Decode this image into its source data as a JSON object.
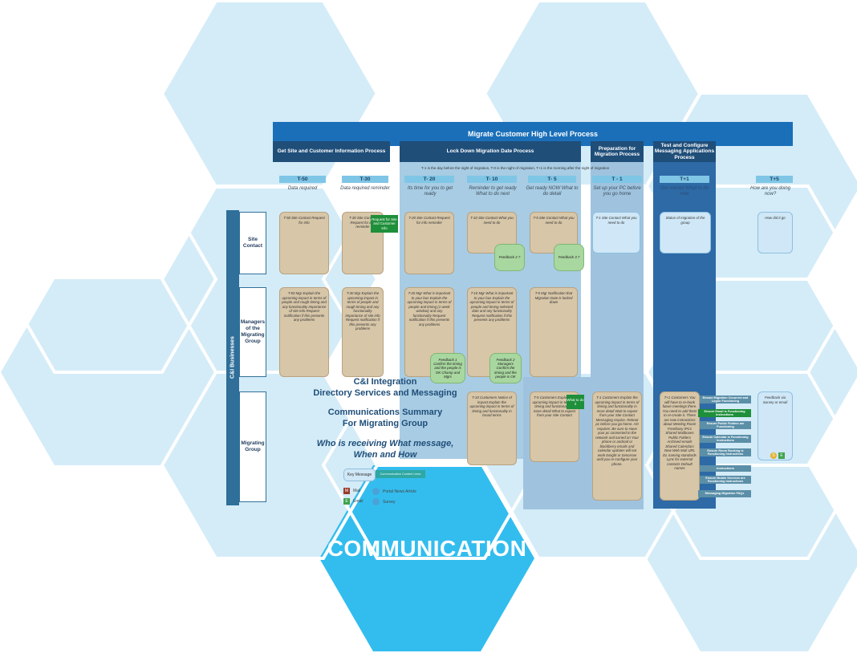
{
  "colors": {
    "hex_light": "#d4ecf8",
    "hex_highlight": "#33bdee",
    "banner": "#1a6fb8",
    "phase_header": "#1f4e79",
    "card": "#d7c6a8",
    "feedback": "#a9d7a0"
  },
  "hex_label": "COMMUNICATION",
  "diagram": {
    "title": "Migrate Customer High Level Process",
    "phases": [
      "Get Site and Customer Information Process",
      "Lock Down Migration Date Process",
      "Preparation for Migration Process",
      "Test and Configure Messaging Applications Process"
    ],
    "note": "T-1 is the day before the night of migration, T-0 is the night of migration, T+1 is the morning after the night of migration",
    "timepoints": [
      {
        "label": "T-50",
        "sub": "Data required"
      },
      {
        "label": "T-30",
        "sub": "Data required reminder"
      },
      {
        "label": "T- 20",
        "sub": "Its time for you to get ready"
      },
      {
        "label": "T- 10",
        "sub": "Reminder to get ready What to do next"
      },
      {
        "label": "T- 5",
        "sub": "Get ready NOW What to do detail"
      },
      {
        "label": "T - 1",
        "sub": "Set up your PC before you go home"
      },
      {
        "label": "T+1",
        "sub": "Get started What to do now"
      },
      {
        "label": "T+5",
        "sub": "How are you doing now?"
      }
    ],
    "side_label": "C&I Businesses",
    "lanes": [
      "Site Contact",
      "Managers of the Migrating Group",
      "Migrating Group"
    ],
    "cards": {
      "sc_t50": "T-50 Site Contact Request for info",
      "sc_t30": "T-30 Site Contact Request for info reminder",
      "sc_t20": "T-20 Site Contact Request for info reminder",
      "sc_t10": "T-10 Site Contact What you need to do",
      "sc_t5": "T-5 Site Contact What you need to do",
      "sc_t1": "T-1 Site Contact What you need to do",
      "sc_tp1": "Status of migration of the group",
      "sc_tp5": "How did it go",
      "mg_t50": "T-50 Mgr Explain the upcoming impact in terms of people and rough timing and any functionality Importance of site info Request notification if this presents any problems",
      "mg_t30": "T-30 Mgr Explain the upcoming impact in terms of people and rough timing and any functionality Importance of site info Request notification if this presents any problems",
      "mg_t20": "T-20 Mgr What is important to your bus Explain the upcoming impact in terms of people and timing (1 week window) and any functionality Request notification if this presents any problems",
      "mg_t10": "T-10 Mgr What is important to your bus Explain the upcoming impact in terms of people and timing selected date and any functionality Request notification if this presents any problems",
      "mg_t5": "T-5 Mgr Notification that Migration Date is locked down",
      "mig_t10": "T-10 Customers Notice of impact Explain the upcoming impact in terms of timing and functionality in broad terms",
      "mig_t5": "T-5 Customers Explain the upcoming impact in terms of timing and functionality in more detail What to expect from your Site Contact",
      "mig_t1": "T-1 Customers Explain the upcoming impact in terms of timing and functionality in more detail Wait to expect from your Site Contact Messaging require. Reboot pc before you go home. AD requires: Be sure to Have your pc connected to the network and turned on Your phone or android or blackberry emails and calendar updates will not work tonight or tomorrow until you re-configure your phone.",
      "mig_tp1": "T+1 Customers You will have to re-book future meetings there. You need to add them to re-create it. There are new instructions about Meeting Room Free/busy iPCs Shared Mailboxes Public Folders Archived emails Shared Calendars New Web Mail URL DL naming standards Lync for external contacts Default names",
      "mig_tp5": "Feedback via Survey or email"
    },
    "feedback": [
      "Feedback 2 ?",
      "Feedback 3 ?",
      "Feedback 1 Confirm the timing and the people is OK Champ and Mgrs",
      "Feedback 2 Managers Confirm the timing and the people is OK"
    ],
    "green_tags": [
      "Request for Site and Customer Info",
      "What to do it"
    ],
    "tasks": [
      "Ensure Migration Occurred and Logon Functioning",
      "Ensure Email is Functioning Instructions",
      "Ensure Public Folders are Functioning",
      "Ensure Calendar is Functioning Instructions",
      "Ensure Room Booking is Functioning Instructions",
      "Instructions",
      "Ensure Mobile Services are Functioning Instructions",
      "Messaging Migration FAQs"
    ],
    "summary": {
      "line1": "C&I Integration",
      "line2": "Directory Services and Messaging",
      "line3": "Communications Summary",
      "line4": "For Migrating Group",
      "line5": "Who is receiving What message,",
      "line6": "When and How"
    },
    "legend": {
      "key": "Key Message",
      "key_tag": "Communication Content Lines",
      "m": "M",
      "m_label": "Mail",
      "e": "E",
      "e_label": "Email",
      "news": "Portal News Article",
      "survey": "Survey",
      "s_badge": "S",
      "e_badge": "E"
    }
  }
}
